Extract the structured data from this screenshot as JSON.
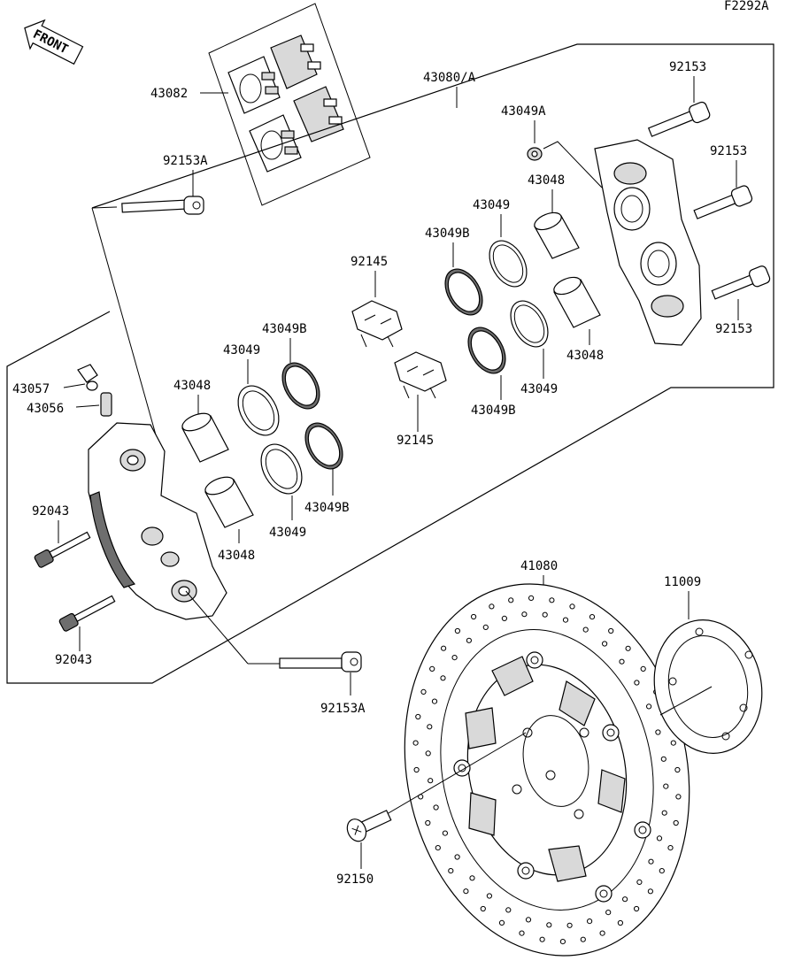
{
  "figure_code": "F2292A",
  "front_indicator": {
    "label": "FRONT",
    "icon": "front-arrow-icon"
  },
  "callouts": {
    "pads": "43082",
    "caliper_assy": "43080/A",
    "bolt_92153a_top": "92153A",
    "bolt_92153a_bottom": "92153A",
    "seal_43049a": "43049A",
    "bolt_92153_1": "92153",
    "bolt_92153_2": "92153",
    "bolt_92153_3": "92153",
    "piston_r_top": "43048",
    "seal_r_top": "43049",
    "seal_r_topb": "43049B",
    "piston_r_bot": "43048",
    "seal_r_bot": "43049",
    "seal_r_botb": "43049B",
    "spring_top": "92145",
    "spring_bot": "92145",
    "cap": "43057",
    "bleeder": "43056",
    "piston_l_top": "43048",
    "seal_l_top": "43049",
    "seal_l_topb": "43049B",
    "piston_l_bot": "43048",
    "seal_l_bot": "43049",
    "seal_l_botb": "43049B",
    "pin_top": "92043",
    "pin_bot": "92043",
    "disc": "41080",
    "shim": "11009",
    "disc_bolt": "92150"
  }
}
